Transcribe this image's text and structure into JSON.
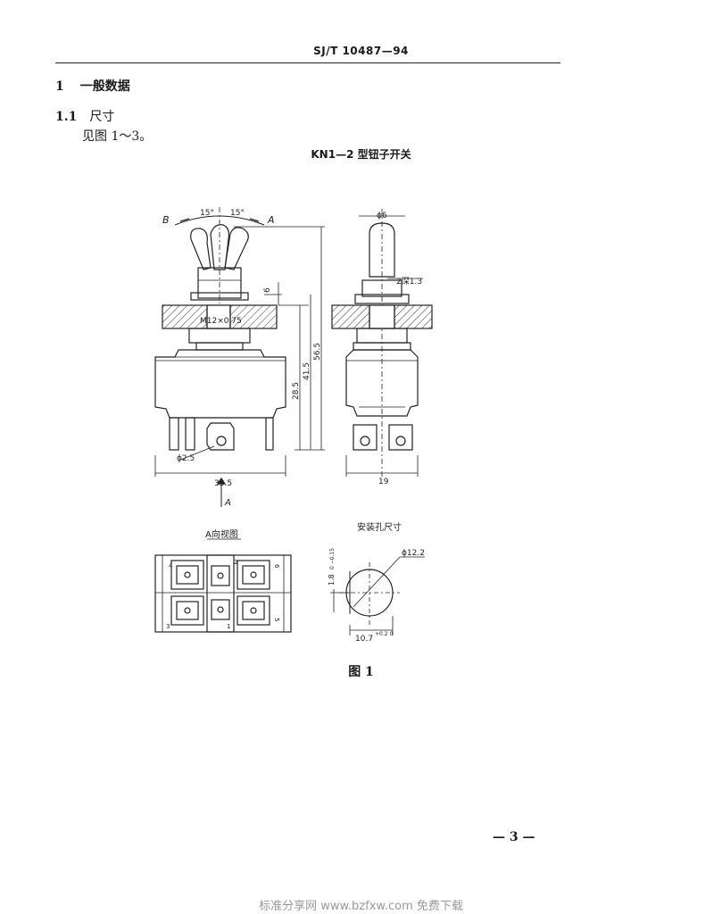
{
  "header": "SJ/T 10487—94",
  "section1": {
    "number": "1",
    "title": "一般数据"
  },
  "section11": {
    "number": "1.1",
    "title": "尺寸"
  },
  "see_figures": "见图 1～3。",
  "figure_title": "KN1—2 型钮子开关",
  "drawing": {
    "angle_left": "15°",
    "angle_right": "15°",
    "label_b": "B",
    "label_a": "A",
    "label_a_bottom": "A",
    "thread": "M12×0.75",
    "dim_6": "6",
    "dim_285": "28.5",
    "dim_415": "41.5",
    "dim_565": "56.5",
    "dim_335": "33.5",
    "dim_phi25": "ϕ2.5",
    "dim_phi6": "ϕ6",
    "dim_2flat": "2深1.3",
    "dim_19": "19",
    "view_a_label": "A向视图",
    "terminals_top": [
      "4",
      "",
      "2",
      "6"
    ],
    "terminals_bottom": [
      "3",
      "1",
      "5"
    ],
    "mount_title": "安装孔尺寸",
    "dim_phi122": "ϕ12.2",
    "dim_18": "1.8",
    "dim_18_tol": "0 −0.15",
    "dim_107": "10.7",
    "dim_107_tol": "+0.2 0"
  },
  "figure_label": "图 1",
  "page_number": "— 3 —",
  "footer": "标准分享网 www.bzfxw.com 免费下载"
}
